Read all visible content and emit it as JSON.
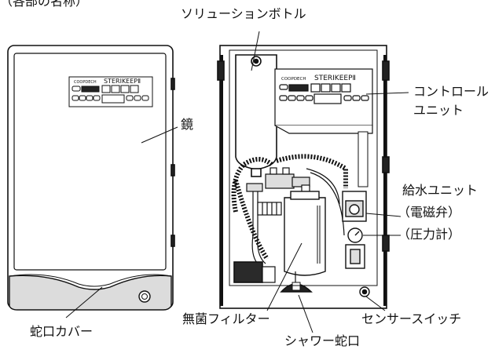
{
  "header_fragment": "（各部の名称）",
  "brand": {
    "maker": "COOPDECH",
    "model": "STERIKEEPⅡ"
  },
  "labels": {
    "solution_bottle": "ソリューションボトル",
    "mirror": "鏡",
    "control_unit_line1": "コントロール",
    "control_unit_line2": "ユニット",
    "water_supply_unit": "給水ユニット",
    "solenoid_valve": "（電磁弁）",
    "pressure_gauge": "（圧力計）",
    "sterile_filter": "無菌フィルター",
    "sensor_switch": "センサースイッチ",
    "faucet_cover": "蛇口カバー",
    "shower_faucet": "シャワー蛇口"
  },
  "colors": {
    "line": "#111111",
    "panel_fill": "#ffffff",
    "cover_fill": "#dcdcdc",
    "dark": "#2a2a2a"
  }
}
